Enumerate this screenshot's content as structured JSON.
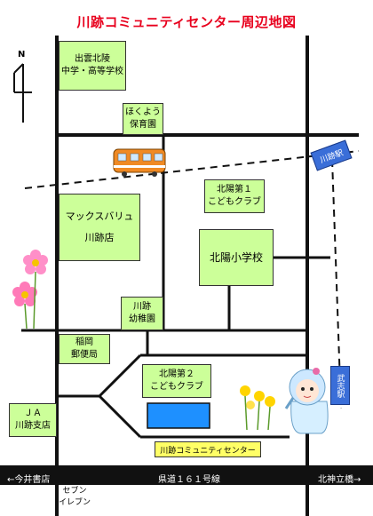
{
  "title": "川跡コミュニティセンター周辺地図",
  "compass": "N",
  "places": {
    "izumo_hokuryo": [
      "出雲北陵",
      "中学・高等学校"
    ],
    "hokuyou_hoikuen": [
      "ほくよう",
      "保育園"
    ],
    "maxvalu": [
      "マックスバリュ",
      "川跡店"
    ],
    "hokuyou1": [
      "北陽第１",
      "こどもクラブ"
    ],
    "hokuyou_school": [
      "北陽小学校"
    ],
    "kawato_kinder": [
      "川跡",
      "幼稚園"
    ],
    "inari_post": [
      "稲岡",
      "郵便局"
    ],
    "hokuyou2": [
      "北陽第２",
      "こどもクラブ"
    ],
    "ja": [
      "ＪＡ",
      "川跡支店"
    ],
    "center": "川跡コミュニティセンター",
    "seven": [
      "セブン",
      "イレブン"
    ]
  },
  "stations": {
    "kawato": "川跡駅",
    "takeshi": "武志駅"
  },
  "road": {
    "left": "←今井書店",
    "name": "県道１６１号線",
    "right": "北神立橋→"
  },
  "colors": {
    "building": "#ccff99",
    "title": "#e8001d",
    "station": "#3a6ed8",
    "center": "#1e90ff",
    "label": "#ffff66"
  }
}
